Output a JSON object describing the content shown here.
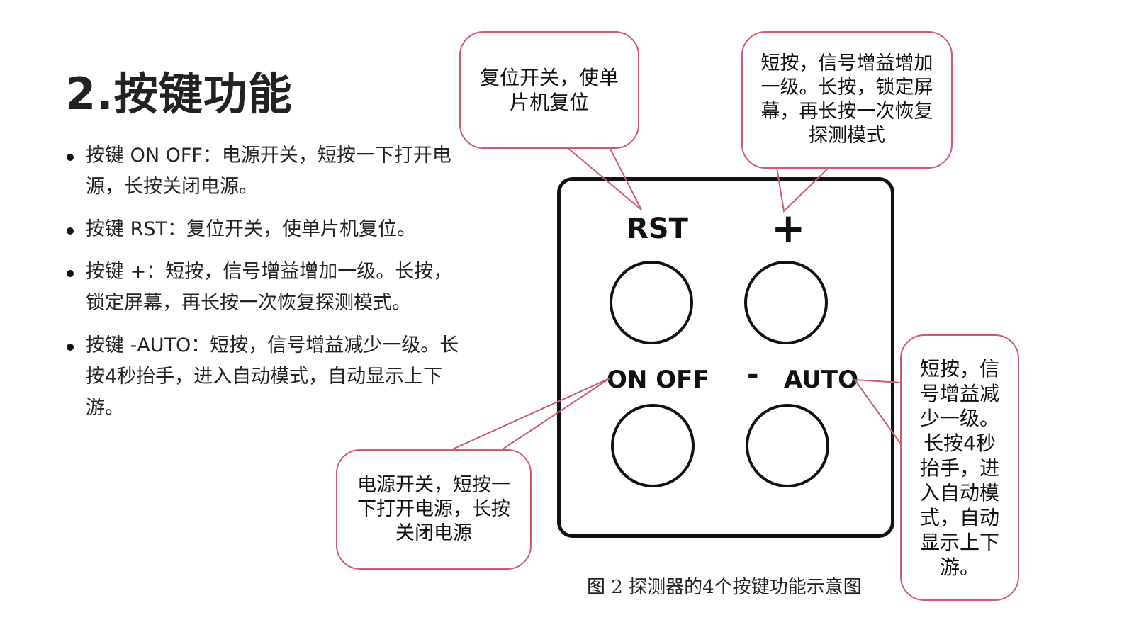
{
  "section_title": "2.按键功能",
  "bullets": [
    "按键 ON OFF：电源开关，短按一下打开电源，长按关闭电源。",
    "按键 RST：复位开关，使单片机复位。",
    "按键 +：短按，信号增益增加一级。长按，锁定屏幕，再长按一次恢复探测模式。",
    "按键 -AUTO：短按，信号增益减少一级。长按4秒抬手，进入自动模式，自动显示上下游。"
  ],
  "panel": {
    "keys": {
      "rst": "RST",
      "plus": "+",
      "onoff": "ON OFF",
      "minus": "-",
      "auto": "AUTO"
    }
  },
  "callouts": {
    "rst": "复位开关，使单片机复位",
    "plus": "短按，信号增益增加一级。长按，锁定屏幕，再长按一次恢复探测模式",
    "onoff": "电源开关，短按一下打开电源，长按关闭电源",
    "auto": "短按，信号增益减少一级。长按4秒抬手，进入自动模式，自动显示上下游。"
  },
  "caption": "图 2 探测器的4个按键功能示意图",
  "colors": {
    "callout_border": "#d05a6e",
    "panel_border": "#111111"
  }
}
